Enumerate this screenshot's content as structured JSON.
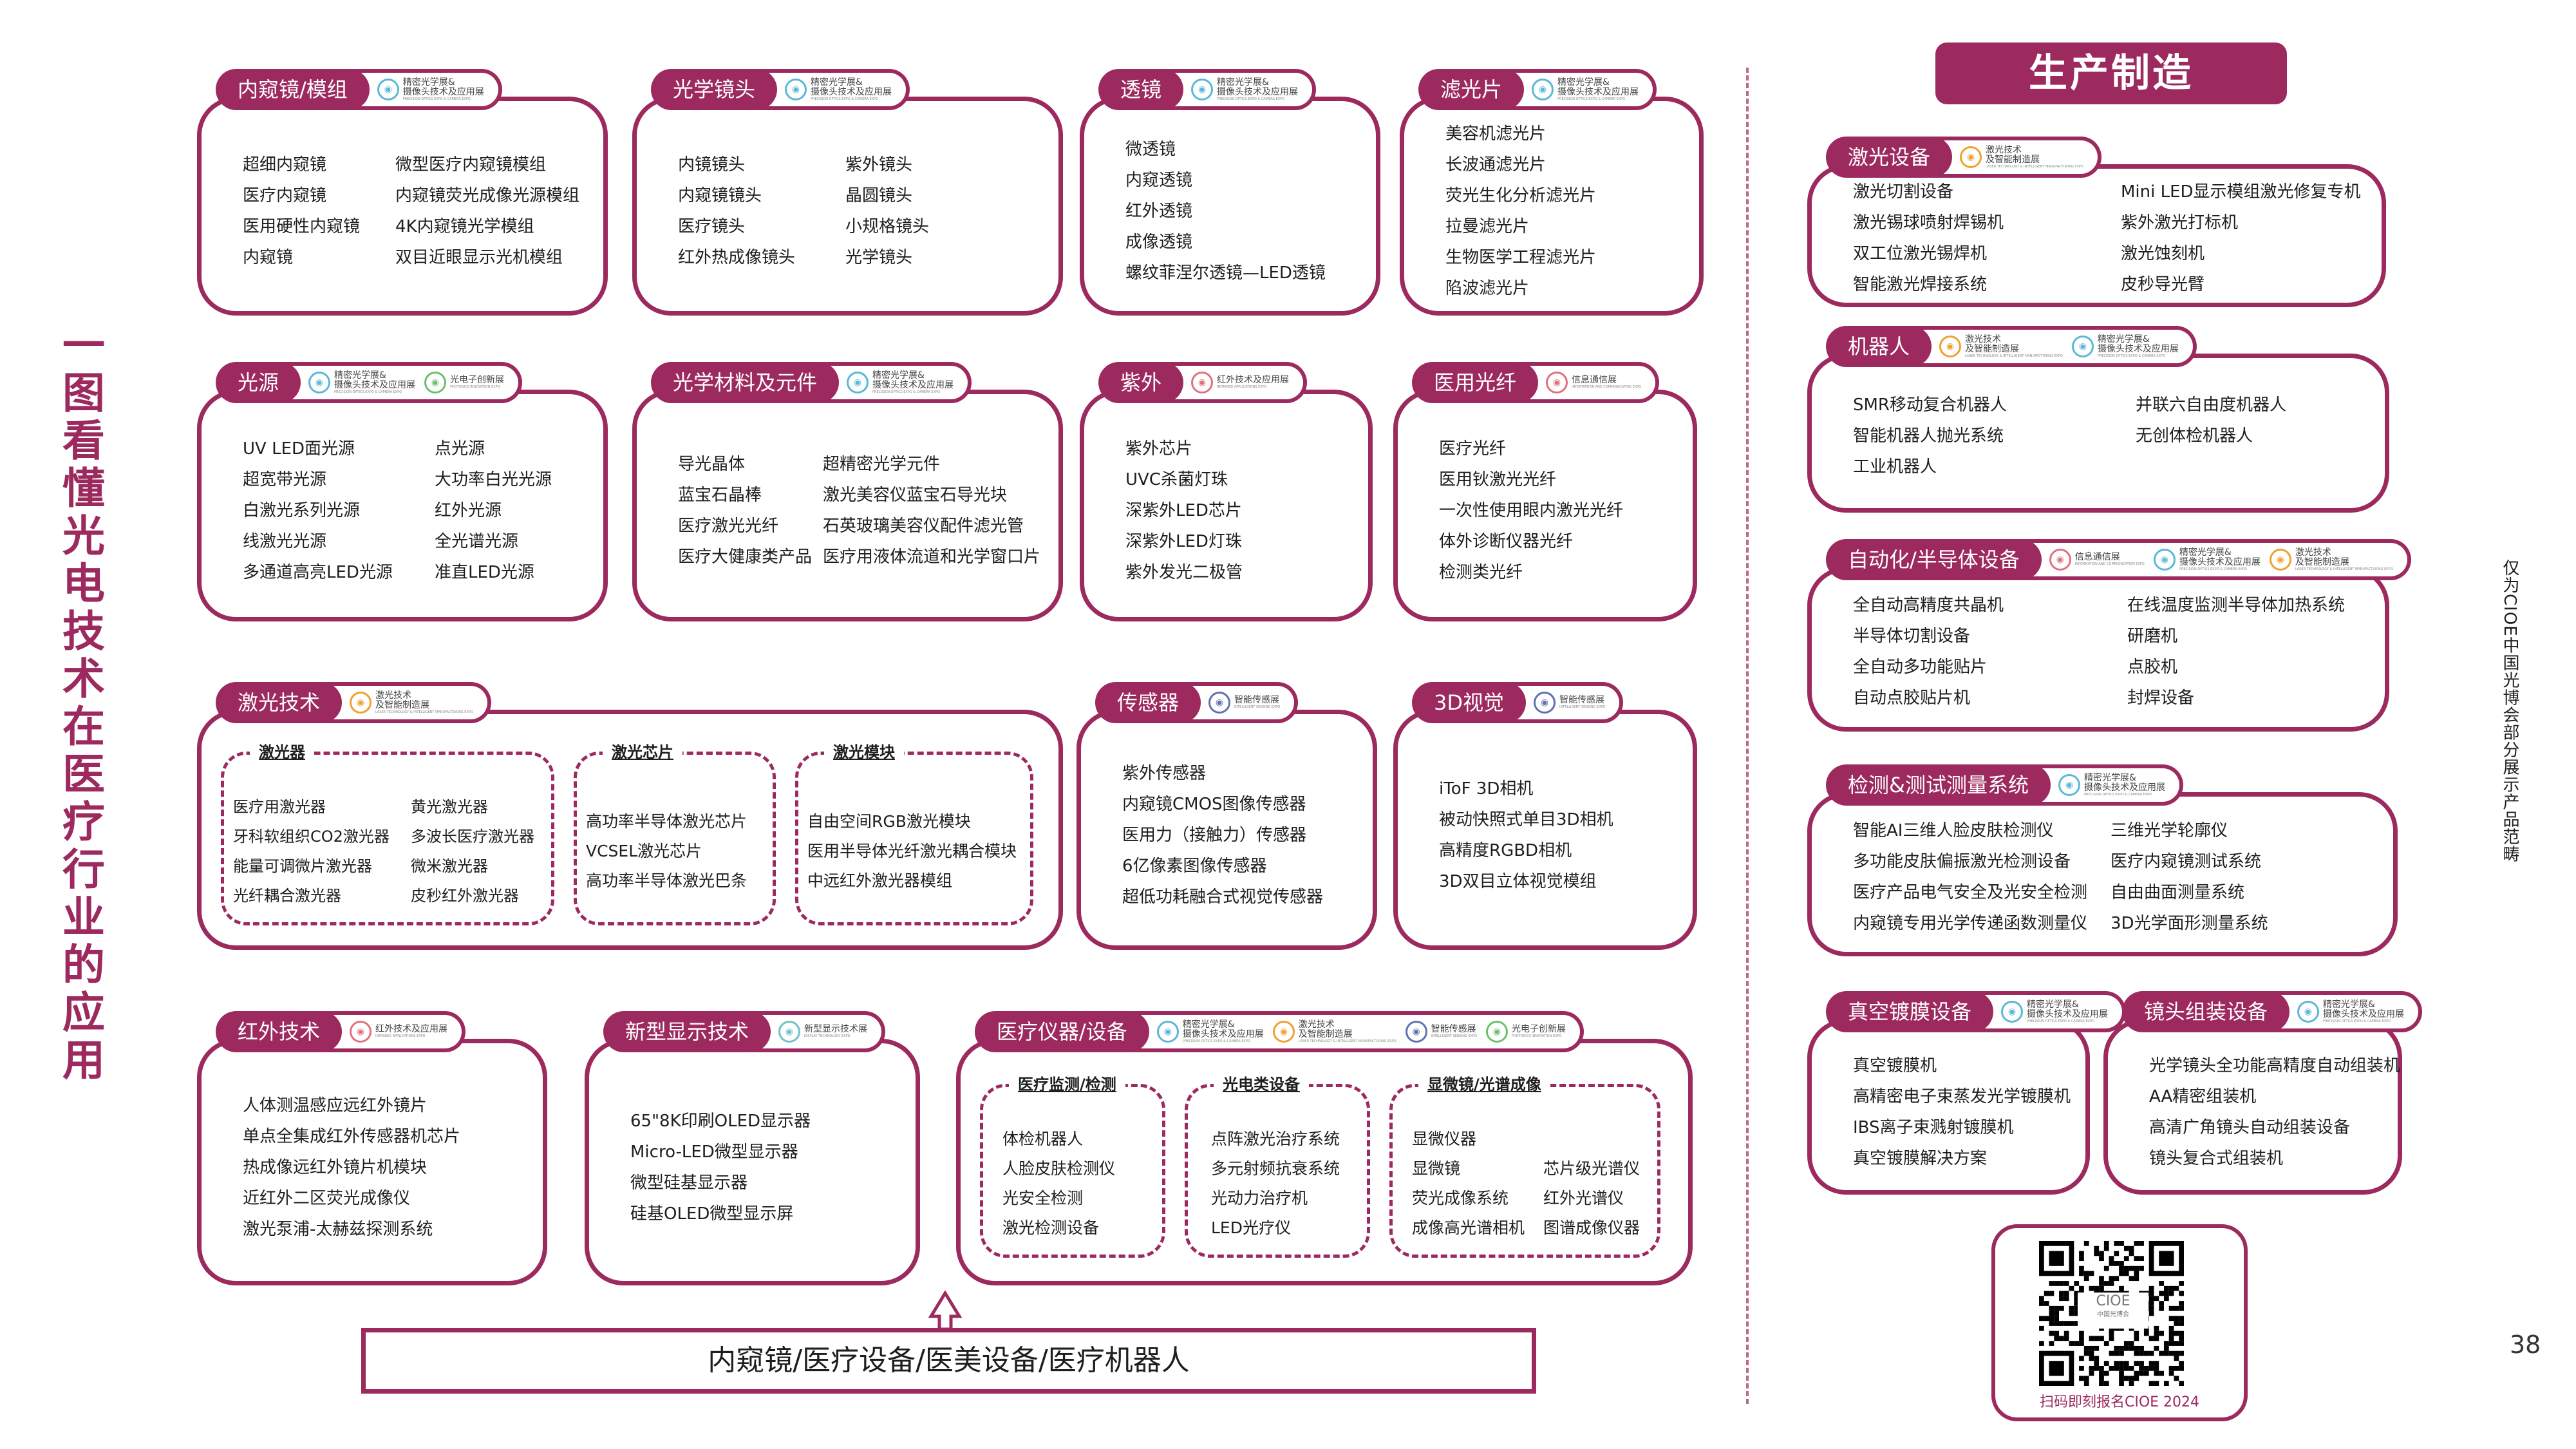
{
  "page_title": "一图看懂光电技术在医疗行业的应用",
  "section_title": "生产制造",
  "colors": {
    "brand": "#9c2a5f"
  },
  "expos": {
    "precision": {
      "name": [
        "精密光学展&",
        "摄像头技术及应用展"
      ],
      "en": "PRECISION OPTICS EXPO & CAMERA EXPO",
      "color": "#5bb8d6",
      "icon": "precision-optics-expo-logo-icon"
    },
    "photonics": {
      "name": [
        "光电子创新展"
      ],
      "en": "PHOTONICS INNOVATION EXPO",
      "color": "#6cbf6c",
      "icon": "photonics-innovation-expo-logo-icon"
    },
    "infrared": {
      "name": [
        "红外技术及应用展"
      ],
      "en": "INFRARED APPLICATIONS EXPO",
      "color": "#e07080",
      "icon": "infrared-expo-logo-icon"
    },
    "info": {
      "name": [
        "信息通信展"
      ],
      "en": "INFORMATION AND COMMUNICATION EXPO",
      "color": "#e07080",
      "icon": "info-comm-expo-logo-icon"
    },
    "laser": {
      "name": [
        "激光技术",
        "及智能制造展"
      ],
      "en": "LASER TECHNOLOGY & INTELLIGENT MANUFACTURING EXPO",
      "color": "#f0a030",
      "icon": "laser-expo-logo-icon"
    },
    "sensing": {
      "name": [
        "智能传感展"
      ],
      "en": "INTELLIGENT SENSING EXPO",
      "color": "#6070b0",
      "icon": "sensing-expo-logo-icon"
    },
    "display": {
      "name": [
        "新型显示技术展"
      ],
      "en": "DISPLAY TECHNOLOGY EXPO",
      "color": "#70c0c8",
      "icon": "display-expo-logo-icon"
    }
  },
  "cards": [
    {
      "title": "内窥镜/模组",
      "expos": [
        "precision"
      ],
      "columns": [
        [
          "超细内窥镜",
          "医疗内窥镜",
          "医用硬性内窥镜",
          "内窥镜"
        ],
        [
          "微型医疗内窥镜模组",
          "内窥镜荧光成像光源模组",
          "4K内窥镜光学模组",
          "双目近眼显示光机模组"
        ]
      ]
    },
    {
      "title": "光学镜头",
      "expos": [
        "precision"
      ],
      "columns": [
        [
          "内镜镜头",
          "内窥镜镜头",
          "医疗镜头",
          "红外热成像镜头"
        ],
        [
          "紫外镜头",
          "晶圆镜头",
          "小规格镜头",
          "光学镜头"
        ]
      ]
    },
    {
      "title": "透镜",
      "expos": [
        "precision"
      ],
      "columns": [
        [
          "微透镜",
          "内窥透镜",
          "红外透镜",
          "成像透镜",
          "螺纹菲涅尔透镜—LED透镜"
        ]
      ]
    },
    {
      "title": "滤光片",
      "expos": [
        "precision"
      ],
      "columns": [
        [
          "美容机滤光片",
          "长波通滤光片",
          "荧光生化分析滤光片",
          "拉曼滤光片",
          "生物医学工程滤光片",
          "陷波滤光片"
        ]
      ]
    },
    {
      "title": "光源",
      "expos": [
        "precision",
        "photonics"
      ],
      "columns": [
        [
          "UV LED面光源",
          "超宽带光源",
          "白激光系列光源",
          "线激光光源",
          "多通道高亮LED光源"
        ],
        [
          "点光源",
          "大功率白光光源",
          "红外光源",
          "全光谱光源",
          "准直LED光源"
        ]
      ]
    },
    {
      "title": "光学材料及元件",
      "expos": [
        "precision"
      ],
      "columns": [
        [
          "导光晶体",
          "蓝宝石晶棒",
          "医疗激光光纤",
          "医疗大健康类产品"
        ],
        [
          "超精密光学元件",
          "激光美容仪蓝宝石导光块",
          "石英玻璃美容仪配件滤光管",
          "医疗用液体流道和光学窗口片"
        ]
      ]
    },
    {
      "title": "紫外",
      "expos": [
        "infrared"
      ],
      "columns": [
        [
          "紫外芯片",
          "UVC杀菌灯珠",
          "深紫外LED芯片",
          "深紫外LED灯珠",
          "紫外发光二极管"
        ]
      ]
    },
    {
      "title": "医用光纤",
      "expos": [
        "info"
      ],
      "columns": [
        [
          "医疗光纤",
          "医用钬激光光纤",
          "一次性使用眼内激光光纤",
          "体外诊断仪器光纤",
          "检测类光纤"
        ]
      ]
    },
    {
      "title": "激光技术",
      "expos": [
        "laser"
      ],
      "groups": [
        {
          "title": "激光器",
          "columns": [
            [
              "医疗用激光器",
              "牙科软组织CO2激光器",
              "能量可调微片激光器",
              "光纤耦合激光器"
            ],
            [
              "黄光激光器",
              "多波长医疗激光器",
              "微米激光器",
              "皮秒红外激光器"
            ]
          ]
        },
        {
          "title": "激光芯片",
          "columns": [
            [
              "高功率半导体激光芯片",
              "VCSEL激光芯片",
              "高功率半导体激光巴条"
            ]
          ]
        },
        {
          "title": "激光模块",
          "columns": [
            [
              "自由空间RGB激光模块",
              "医用半导体光纤激光耦合模块",
              "中远红外激光器模组"
            ]
          ]
        }
      ]
    },
    {
      "title": "传感器",
      "expos": [
        "sensing"
      ],
      "columns": [
        [
          "紫外传感器",
          "内窥镜CMOS图像传感器",
          "医用力（接触力）传感器",
          "6亿像素图像传感器",
          "超低功耗融合式视觉传感器"
        ]
      ]
    },
    {
      "title": "3D视觉",
      "expos": [
        "sensing"
      ],
      "columns": [
        [
          "iToF 3D相机",
          "被动快照式单目3D相机",
          "高精度RGBD相机",
          "3D双目立体视觉模组"
        ]
      ]
    },
    {
      "title": "红外技术",
      "expos": [
        "infrared"
      ],
      "columns": [
        [
          "人体测温感应远红外镜片",
          "单点全集成红外传感器机芯片",
          "热成像远红外镜片机模块",
          "近红外二区荧光成像仪",
          "激光泵浦-太赫兹探测系统"
        ]
      ]
    },
    {
      "title": "新型显示技术",
      "expos": [
        "display"
      ],
      "columns": [
        [
          "65\"8K印刷OLED显示器",
          "Micro-LED微型显示器",
          "微型硅基显示器",
          "硅基OLED微型显示屏"
        ]
      ]
    },
    {
      "title": "医疗仪器/设备",
      "expos": [
        "precision",
        "laser",
        "sensing",
        "photonics"
      ],
      "groups": [
        {
          "title": "医疗监测/检测",
          "columns": [
            [
              "体检机器人",
              "人脸皮肤检测仪",
              "光安全检测",
              "激光检测设备"
            ]
          ]
        },
        {
          "title": "光电类设备",
          "columns": [
            [
              "点阵激光治疗系统",
              "多元射频抗衰系统",
              "光动力治疗机",
              "LED光疗仪"
            ]
          ]
        },
        {
          "title": "显微镜/光谱成像",
          "columns": [
            [
              "显微仪器",
              "显微镜",
              "荧光成像系统",
              "成像高光谱相机"
            ],
            [
              "芯片级光谱仪",
              "红外光谱仪",
              "图谱成像仪器"
            ]
          ]
        }
      ]
    },
    {
      "title": "激光设备",
      "expos": [
        "laser"
      ],
      "columns": [
        [
          "激光切割设备",
          "激光锡球喷射焊锡机",
          "双工位激光锡焊机",
          "智能激光焊接系统"
        ],
        [
          "Mini LED显示模组激光修复专机",
          "紫外激光打标机",
          "激光蚀刻机",
          "皮秒导光臂"
        ]
      ]
    },
    {
      "title": "机器人",
      "expos": [
        "laser",
        "precision"
      ],
      "columns": [
        [
          "SMR移动复合机器人",
          "智能机器人抛光系统",
          "工业机器人"
        ],
        [
          "并联六自由度机器人",
          "无创体检机器人"
        ]
      ]
    },
    {
      "title": "自动化/半导体设备",
      "expos": [
        "info",
        "precision",
        "laser"
      ],
      "columns": [
        [
          "全自动高精度共晶机",
          "半导体切割设备",
          "全自动多功能贴片",
          "自动点胶贴片机"
        ],
        [
          "在线温度监测半导体加热系统",
          "研磨机",
          "点胶机",
          "封焊设备"
        ]
      ]
    },
    {
      "title": "检测&测试测量系统",
      "expos": [
        "precision"
      ],
      "columns": [
        [
          "智能AI三维人脸皮肤检测仪",
          "多功能皮肤偏振激光检测设备",
          "医疗产品电气安全及光安全检测",
          "内窥镜专用光学传递函数测量仪"
        ],
        [
          "三维光学轮廓仪",
          "医疗内窥镜测试系统",
          "自由曲面测量系统",
          "3D光学面形测量系统"
        ]
      ]
    },
    {
      "title": "真空镀膜设备",
      "expos": [
        "precision"
      ],
      "columns": [
        [
          "真空镀膜机",
          "高精密电子束蒸发光学镀膜机",
          "IBS离子束溅射镀膜机",
          "真空镀膜解决方案"
        ]
      ]
    },
    {
      "title": "镜头组装设备",
      "expos": [
        "precision"
      ],
      "columns": [
        [
          "光学镜头全功能高精度自动组装机",
          "AA精密组装机",
          "高清广角镜头自动组装设备",
          "镜头复合式组装机"
        ]
      ]
    }
  ],
  "bottom_box": "内窥镜/医疗设备/医美设备/医疗机器人",
  "qr": {
    "logo": "CIOE",
    "logo_sub": "中国光博会",
    "caption": "扫码即刻报名CIOE 2024"
  },
  "side_note": "仅为CIOE中国光博会部分展示产品范畴",
  "page_number": "38"
}
